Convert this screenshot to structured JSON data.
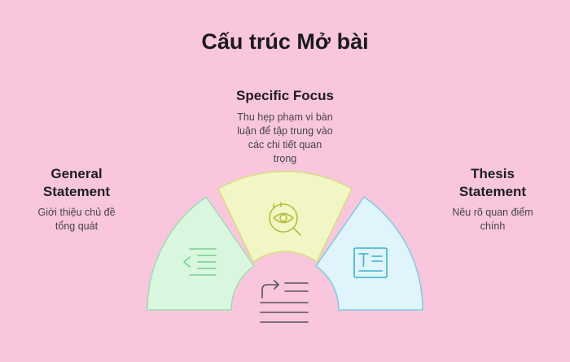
{
  "title": "Cấu trúc Mở bài",
  "sections": {
    "general": {
      "heading_line1": "General",
      "heading_line2": "Statement",
      "desc_line1": "Giới thiệu chủ đề",
      "desc_line2": "tổng quát",
      "color": "#d9f7df",
      "border": "#9fdcae",
      "icon": "align-left-arrow-icon"
    },
    "focus": {
      "heading": "Specific Focus",
      "desc_line1": "Thu hẹp phạm vi bàn",
      "desc_line2": "luận để tập trung vào",
      "desc_line3": "các chi tiết quan",
      "desc_line4": "trọng",
      "color": "#f2f6c4",
      "border": "#d6df7e",
      "icon": "magnifier-eye-icon"
    },
    "thesis": {
      "heading_line1": "Thesis",
      "heading_line2": "Statement",
      "desc_line1": "Nêu rõ quan điểm",
      "desc_line2": "chính",
      "color": "#dff4fb",
      "border": "#7ccbe3",
      "icon": "text-document-icon"
    }
  },
  "center_icon": "return-lines-icon"
}
